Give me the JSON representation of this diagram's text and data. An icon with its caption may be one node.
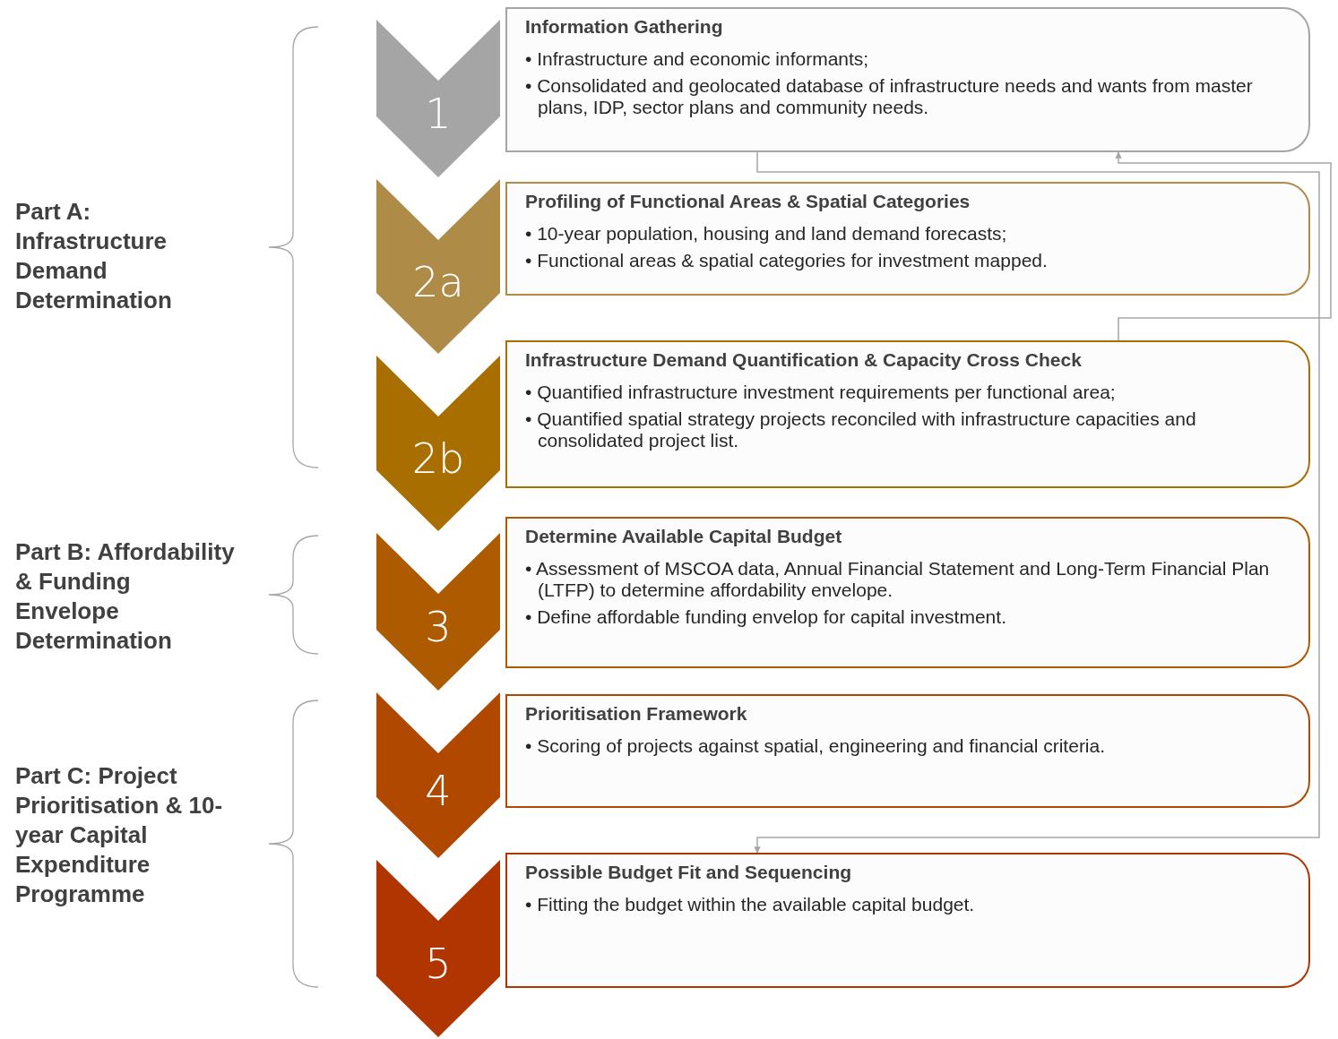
{
  "diagram": {
    "nodes": [
      {
        "text": [
          "1"
        ]
      },
      {
        "text": [
          "Information Gathering",
          "• Infrastructure and economic informants;",
          "• Consolidated and geolocated database of infrastructure needs and wants from master plans, IDP, sector plans and community needs."
        ]
      },
      {
        "text": [
          "2a"
        ]
      },
      {
        "text": [
          "Profiling of Functional Areas & Spatial Categories",
          "• 10-year population, housing and land demand forecasts;",
          "• Functional areas & spatial categories for investment mapped."
        ]
      },
      {
        "text": [
          "2b"
        ]
      },
      {
        "text": [
          "Infrastructure Demand Quantification & Capacity Cross Check",
          "• Quantified infrastructure investment requirements per functional area;",
          "• Quantified spatial strategy projects reconciled with infrastructure capacities and consolidated project list."
        ]
      },
      {
        "text": [
          "3"
        ]
      },
      {
        "text": [
          "Determine Available Capital Budget",
          "• Assessment of MSCOA data, Annual Financial Statement and Long-Term Financial Plan (LTFP) to determine affordability envelope.",
          "• Define affordable funding envelop for capital investment."
        ]
      },
      {
        "text": [
          "4"
        ]
      },
      {
        "text": [
          "Prioritisation Framework",
          "• Scoring of projects against spatial, engineering and financial criteria."
        ]
      },
      {
        "text": [
          "5"
        ]
      },
      {
        "text": [
          "Possible Budget Fit and Sequencing",
          "• Fitting the budget within the available capital budget."
        ]
      }
    ],
    "edges": [
      {
        "from": 1,
        "to": 11,
        "arrow": "to"
      },
      {
        "from": 5,
        "to": 1,
        "arrow": "to"
      }
    ],
    "labels": [
      "Part A: Infrastructure Demand Determination",
      "Part B: Affordability & Funding Envelope Determination",
      "Part C: Project Prioritisation & 10-year Capital Expenditure Programme"
    ]
  }
}
